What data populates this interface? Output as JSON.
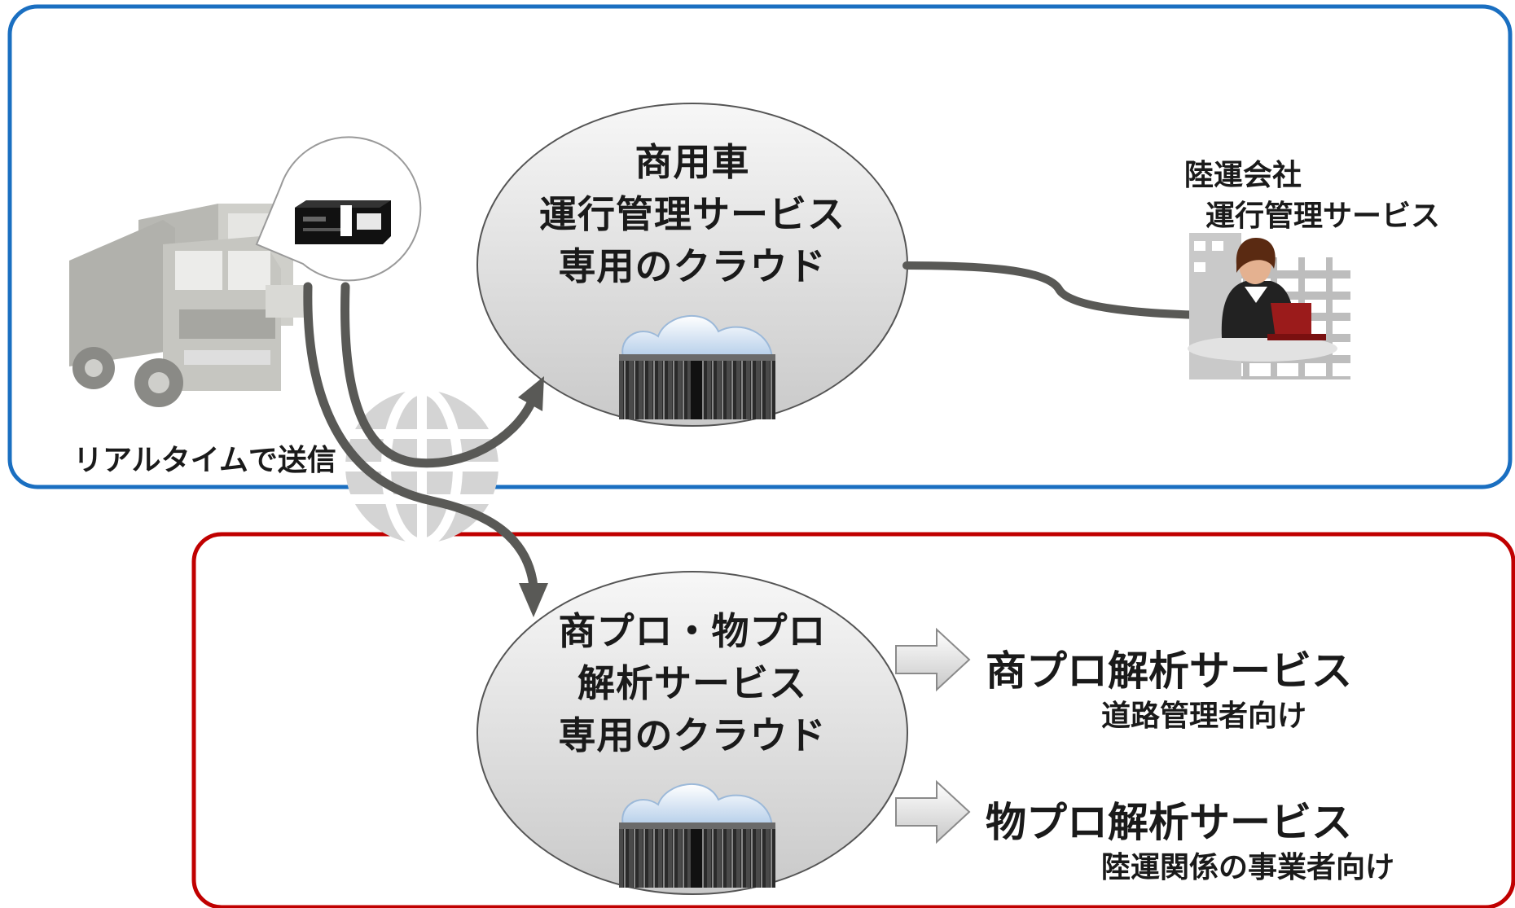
{
  "colors": {
    "upper_frame": "#1a6fc1",
    "lower_frame": "#c00000",
    "arrow": "#595956",
    "ellipse_fill_top": "#f7f7f7",
    "ellipse_fill_bottom": "#c9c9c9"
  },
  "upper": {
    "cloud_lines": [
      "商用車",
      "運行管理サービス",
      "専用のクラウド"
    ],
    "company_line1": "陸運会社",
    "company_line2": "運行管理サービス",
    "send_label": "リアルタイムで送信"
  },
  "lower": {
    "cloud_lines": [
      "商プロ・物プロ",
      "解析サービス",
      "専用のクラウド"
    ],
    "services": [
      {
        "title": "商プロ解析サービス",
        "subtitle": "道路管理者向け"
      },
      {
        "title": "物プロ解析サービス",
        "subtitle": "陸運関係の事業者向け"
      }
    ]
  }
}
